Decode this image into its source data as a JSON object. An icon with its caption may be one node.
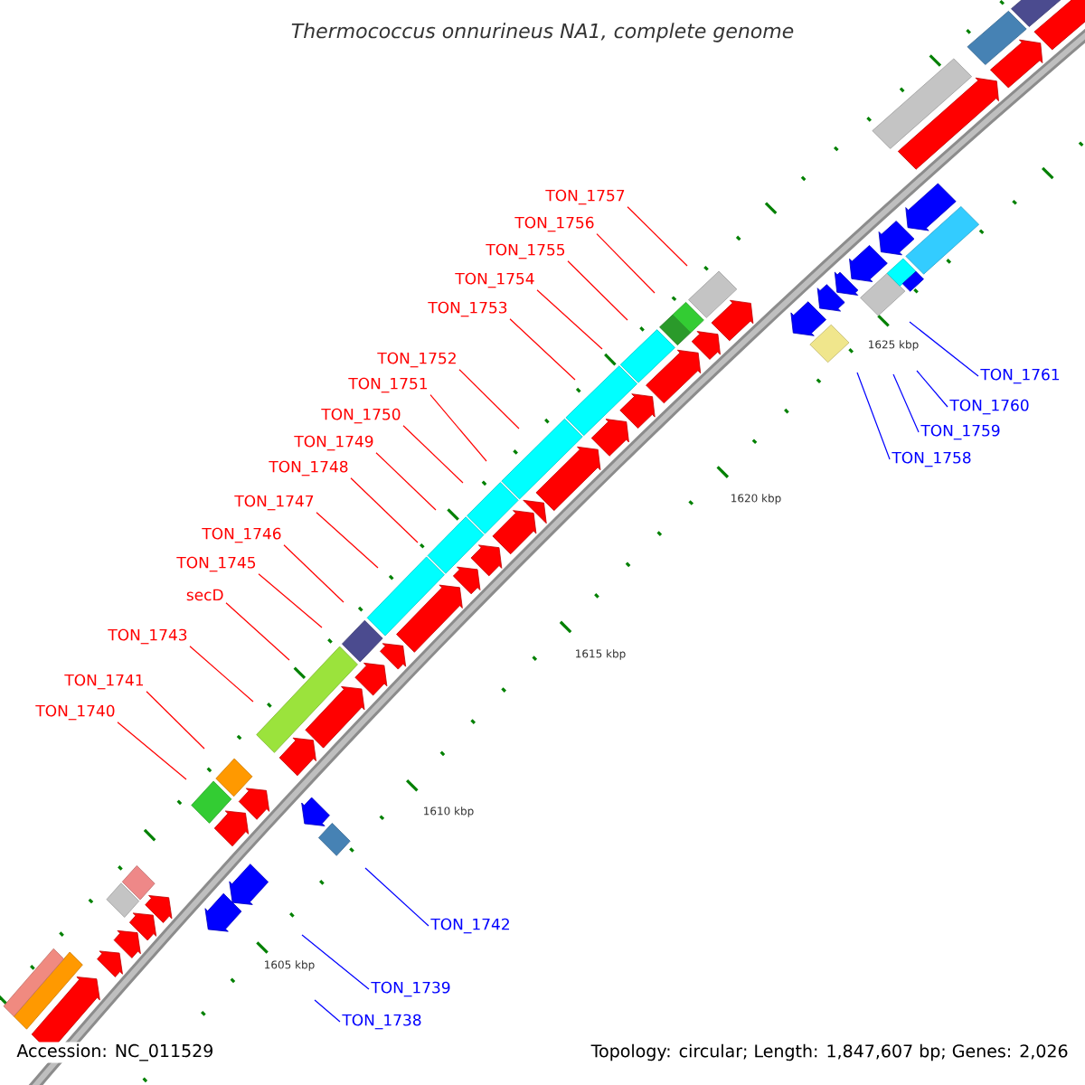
{
  "diagram": {
    "title": "Thermococcus onnurineus NA1, complete genome",
    "nodes": [
      {
        "text": [
          "TON_1757"
        ]
      },
      {
        "text": [
          "TON_1756"
        ]
      },
      {
        "text": [
          "TON_1755"
        ]
      },
      {
        "text": [
          "TON_1754"
        ]
      },
      {
        "text": [
          "TON_1753"
        ]
      },
      {
        "text": [
          "TON_1752"
        ]
      },
      {
        "text": [
          "TON_1751"
        ]
      },
      {
        "text": [
          "TON_1750"
        ]
      },
      {
        "text": [
          "TON_1749"
        ]
      },
      {
        "text": [
          "TON_1748"
        ]
      },
      {
        "text": [
          "TON_1747"
        ]
      },
      {
        "text": [
          "TON_1746"
        ]
      },
      {
        "text": [
          "TON_1745"
        ]
      },
      {
        "text": [
          "secD"
        ]
      },
      {
        "text": [
          "TON_1743"
        ]
      },
      {
        "text": [
          "TON_1741"
        ]
      },
      {
        "text": [
          "TON_1740"
        ]
      },
      {
        "text": [
          "TON_1761"
        ]
      },
      {
        "text": [
          "TON_1760"
        ]
      },
      {
        "text": [
          "TON_1759"
        ]
      },
      {
        "text": [
          "TON_1758"
        ]
      },
      {
        "text": [
          "TON_1742"
        ]
      },
      {
        "text": [
          "TON_1739"
        ]
      },
      {
        "text": [
          "TON_1738"
        ]
      }
    ],
    "edges": [
      {
        "from": 0,
        "to": null,
        "arrow": "none"
      },
      {
        "from": 1,
        "to": null,
        "arrow": "none"
      },
      {
        "from": 2,
        "to": null,
        "arrow": "none"
      },
      {
        "from": 3,
        "to": null,
        "arrow": "none"
      },
      {
        "from": 4,
        "to": null,
        "arrow": "none"
      },
      {
        "from": 5,
        "to": null,
        "arrow": "none"
      },
      {
        "from": 6,
        "to": null,
        "arrow": "none"
      },
      {
        "from": 7,
        "to": null,
        "arrow": "none"
      },
      {
        "from": 8,
        "to": null,
        "arrow": "none"
      },
      {
        "from": 9,
        "to": null,
        "arrow": "none"
      },
      {
        "from": 10,
        "to": null,
        "arrow": "none"
      },
      {
        "from": 11,
        "to": null,
        "arrow": "none"
      },
      {
        "from": 12,
        "to": null,
        "arrow": "none"
      },
      {
        "from": 13,
        "to": null,
        "arrow": "none"
      },
      {
        "from": 14,
        "to": null,
        "arrow": "none"
      },
      {
        "from": 15,
        "to": null,
        "arrow": "none"
      },
      {
        "from": 16,
        "to": null,
        "arrow": "none"
      },
      {
        "from": 17,
        "to": null,
        "arrow": "none",
        "color": "#0000ff"
      },
      {
        "from": 18,
        "to": null,
        "arrow": "none",
        "color": "#0000ff"
      },
      {
        "from": 19,
        "to": null,
        "arrow": "none",
        "color": "#0000ff"
      },
      {
        "from": 20,
        "to": null,
        "arrow": "none",
        "color": "#0000ff"
      },
      {
        "from": 21,
        "to": null,
        "arrow": "none",
        "color": "#0000ff"
      },
      {
        "from": 22,
        "to": null,
        "arrow": "none",
        "color": "#0000ff"
      },
      {
        "from": 23,
        "to": null,
        "arrow": "none",
        "color": "#0000ff"
      }
    ],
    "labels": [
      "1625 kbp",
      "1620 kbp",
      "1615 kbp",
      "1610 kbp",
      "1605 kbp",
      "Accession: NC_011529",
      "Topology: circular; Length: 1,847,607 bp; Genes: 2,026"
    ]
  }
}
